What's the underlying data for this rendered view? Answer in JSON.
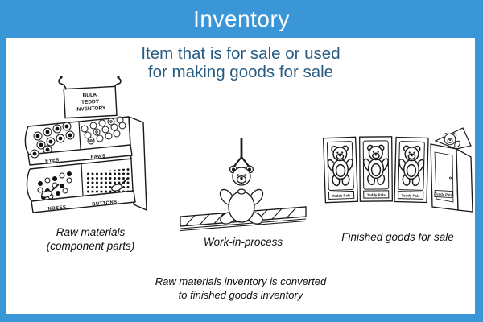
{
  "colors": {
    "frame_blue": "#3B96D8",
    "subtitle_blue": "#275C82",
    "ink": "#1A1A1A"
  },
  "header": {
    "title": "Inventory"
  },
  "subtitle": {
    "line1": "Item that is for sale or used",
    "line2": "for making goods for sale"
  },
  "figures": {
    "raw_materials": {
      "sign": {
        "line1": "BULK",
        "line2": "TEDDY",
        "line3": "INVENTORY"
      },
      "bin_labels": {
        "top_left": "EYES",
        "top_right": "PAWS",
        "bottom_left": "NOSES",
        "bottom_right": "BUTTONS"
      },
      "caption_line1": "Raw materials",
      "caption_line2": "(component parts)"
    },
    "work_in_process": {
      "caption": "Work-in-process"
    },
    "finished_goods": {
      "box_label": "Teddy Pals",
      "caption": "Finished goods for sale"
    }
  },
  "footnote": {
    "line1": "Raw materials inventory is converted",
    "line2": "to finished goods inventory"
  }
}
